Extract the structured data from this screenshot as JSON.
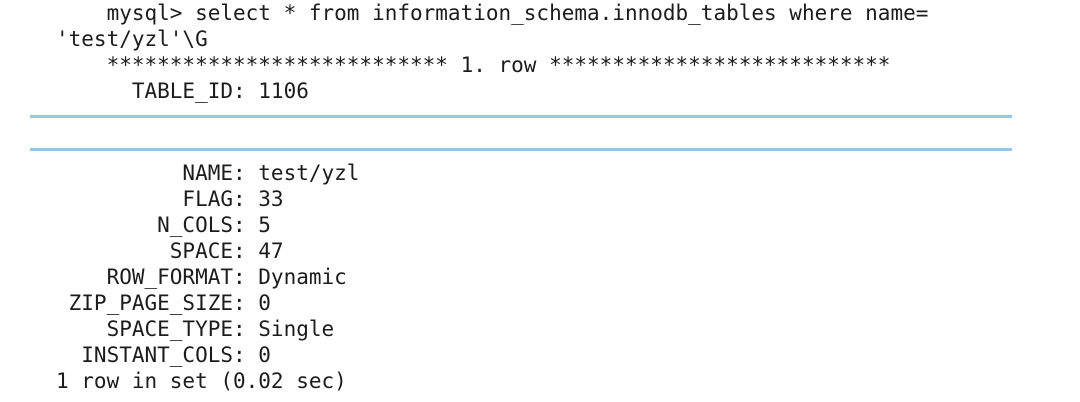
{
  "terminal": {
    "prompt_line": "    mysql> select * from information_schema.innodb_tables where name=",
    "prompt_continuation": "'test/yzl'\\G",
    "row_banner": "    *************************** 1. row ***************************",
    "fields": [
      {
        "label": "      TABLE_ID",
        "value": "1106",
        "line": "      TABLE_ID: 1106"
      },
      {
        "label": "          NAME",
        "value": "test/yzl",
        "line": "          NAME: test/yzl"
      },
      {
        "label": "          FLAG",
        "value": "33",
        "line": "          FLAG: 33"
      },
      {
        "label": "        N_COLS",
        "value": "5",
        "line": "        N_COLS: 5"
      },
      {
        "label": "         SPACE",
        "value": "47",
        "line": "         SPACE: 47"
      },
      {
        "label": "    ROW_FORMAT",
        "value": "Dynamic",
        "line": "    ROW_FORMAT: Dynamic"
      },
      {
        "label": " ZIP_PAGE_SIZE",
        "value": "0",
        "line": " ZIP_PAGE_SIZE: 0"
      },
      {
        "label": "    SPACE_TYPE",
        "value": "Single",
        "line": "    SPACE_TYPE: Single"
      },
      {
        "label": "  INSTANT_COLS",
        "value": "0",
        "line": "  INSTANT_COLS: 0"
      }
    ],
    "result_status": "1 row in set (0.02 sec)",
    "colors": {
      "text": "#1c1c1c",
      "background": "#ffffff",
      "rule": "#8fcbe8"
    }
  }
}
